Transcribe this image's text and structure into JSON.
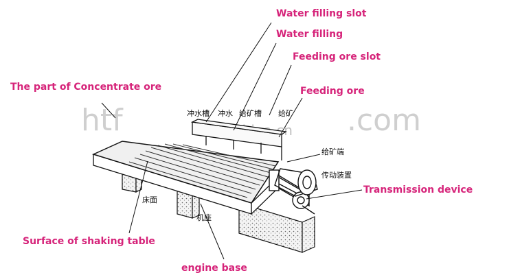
{
  "labels": {
    "water_filling_slot": "Water filling slot",
    "water_filling": "Water filling",
    "feeding_ore_slot": "Feeding ore slot",
    "concentrate_ore": "The part of Concentrate  ore",
    "feeding_ore": "Feeding ore",
    "transmission_device": "Transmission device",
    "surface_shaking_table": "Surface of shaking table",
    "engine_base": "engine base"
  },
  "chinese_labels": {
    "water_filling_slot": "冲水槽",
    "water_filling": "冲水",
    "feeding_ore_slot": "给矿槽",
    "feeding_ore": "给矿",
    "feed_end": "给矿端",
    "transmission": "传动装置",
    "bed_surface": "床面",
    "base": "机座"
  },
  "watermark": {
    "main": "htf",
    "main2": ".com",
    "trade": "trade.china.cn"
  },
  "colors": {
    "label": "#d6247a",
    "line": "#111111"
  }
}
